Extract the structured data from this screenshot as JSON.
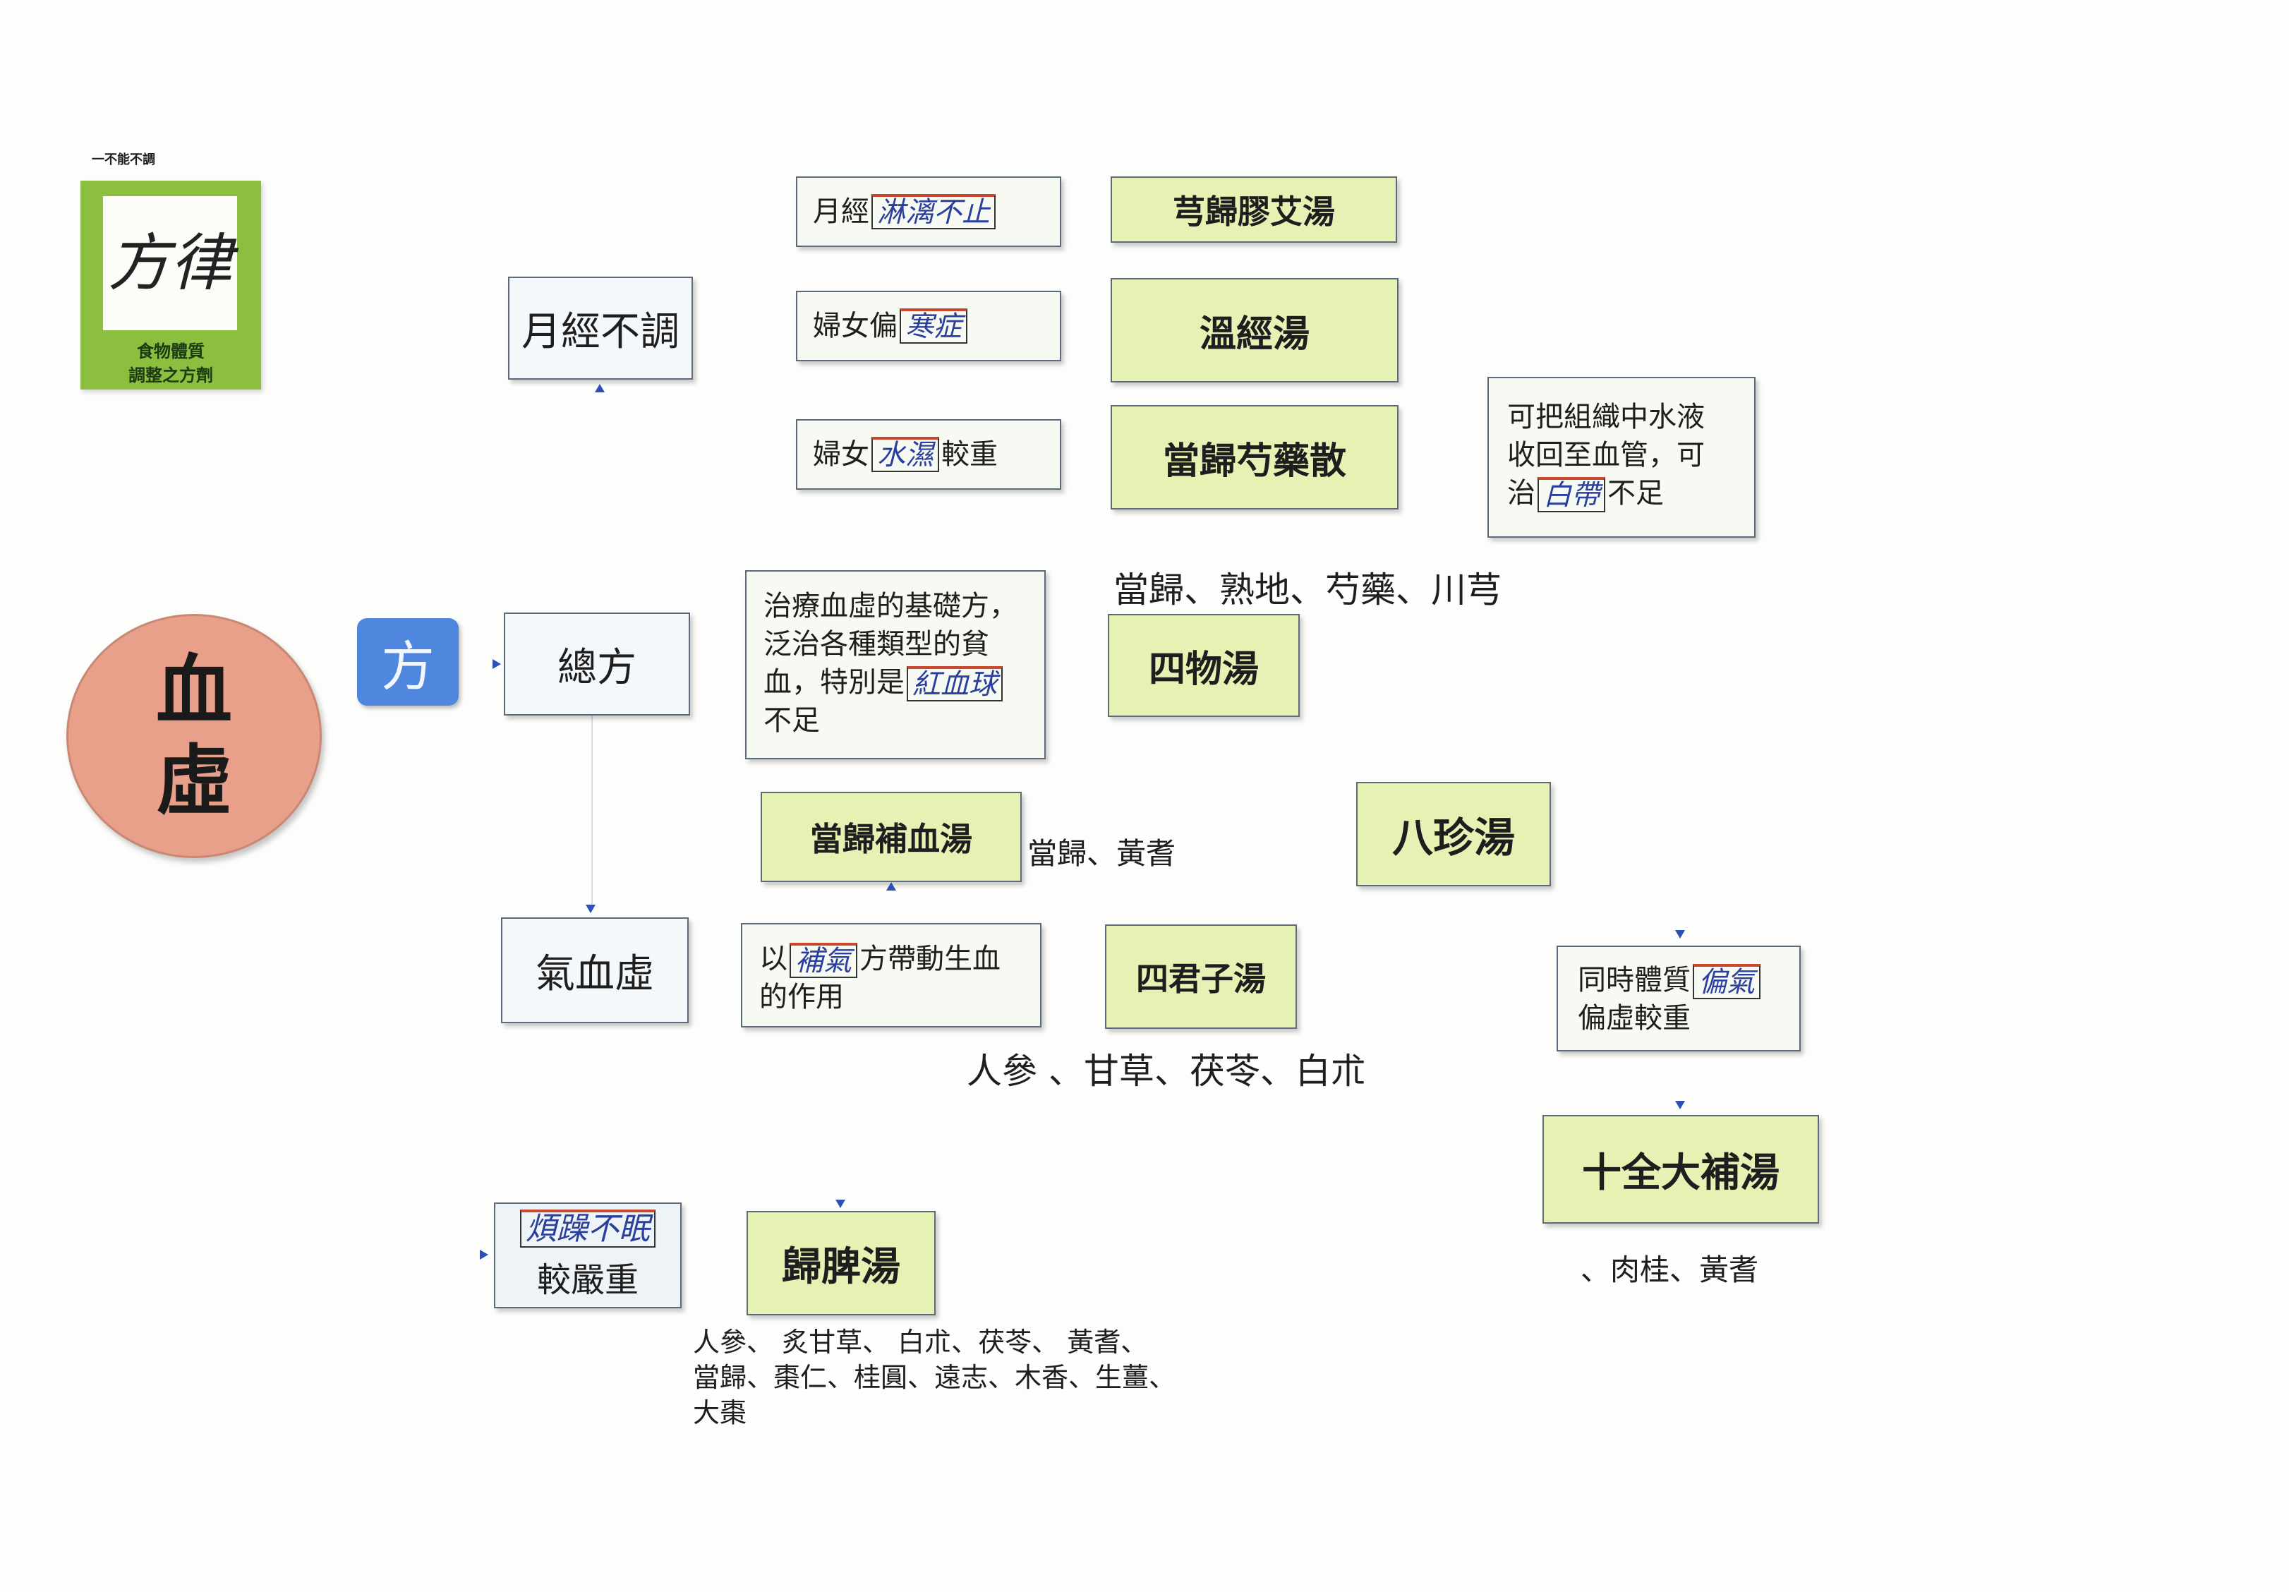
{
  "logo": {
    "top_caption": "一不能不調",
    "calligraphy": "方律",
    "bottom_line1": "食物體質",
    "bottom_line2": "調整之方劑"
  },
  "main_topic": {
    "line1": "血",
    "line2": "虛"
  },
  "fang_label": "方",
  "categories": {
    "menstrual": "月經不調",
    "general": "總方",
    "qi_blood": "氣血虛",
    "insomnia_suffix": "較嚴重"
  },
  "notes": {
    "menstrual_1": {
      "prefix": "月經",
      "hw": "淋漓不止"
    },
    "menstrual_2": {
      "prefix": "婦女偏",
      "hw": "寒症"
    },
    "menstrual_3": {
      "prefix": "婦女",
      "hw": "水濕",
      "suffix": "較重"
    },
    "tissue_fluid": {
      "line1": "可把組織中水液",
      "line2": "收回至血管，可",
      "line3_prefix": "治",
      "hw": "白帶",
      "line3_suffix": "不足"
    },
    "siwu": {
      "line1": "治療血虛的基礎方，",
      "line2": "泛治各種類型的貧",
      "line3_prefix": "血，特別是",
      "hw": "紅血球",
      "line4": "不足"
    },
    "qi_drive": {
      "line1_prefix": "以",
      "hw": "補氣",
      "line1_suffix": "方帶動生血",
      "line2": "的作用"
    },
    "constitution": {
      "line1_prefix": "同時體質",
      "hw": "偏氣",
      "line2": "偏虛較重"
    },
    "insomnia_hw": "煩躁不眠"
  },
  "formulas": {
    "xiongguijiaoai": "芎歸膠艾湯",
    "wenjing": "溫經湯",
    "dangguishaoyao": "當歸芍藥散",
    "siwu": "四物湯",
    "dangguibuxue": "當歸補血湯",
    "bazhen": "八珍湯",
    "sijunzi": "四君子湯",
    "shiquandabu": "十全大補湯",
    "guipi": "歸脾湯"
  },
  "ingredients": {
    "siwu": "當歸、熟地、芍藥、川芎",
    "dangguibuxue": "當歸、黃耆",
    "sijunzi": "人參 、甘草、茯苓、白朮",
    "shiquandabu": "、肉桂、黃耆",
    "guipi_line1": "人參、 炙甘草、 白朮、茯苓、 黃耆、",
    "guipi_line2": "當歸、棗仁、桂圓、遠志、木香、生薑、",
    "guipi_line3": "大棗"
  },
  "colors": {
    "formula_fill": "#e6f1b4",
    "topic_circle": "#e9a08a",
    "fang_fill": "#4f86de",
    "logo_green": "#8cbf3f",
    "arrow": "#2f4fb8"
  }
}
